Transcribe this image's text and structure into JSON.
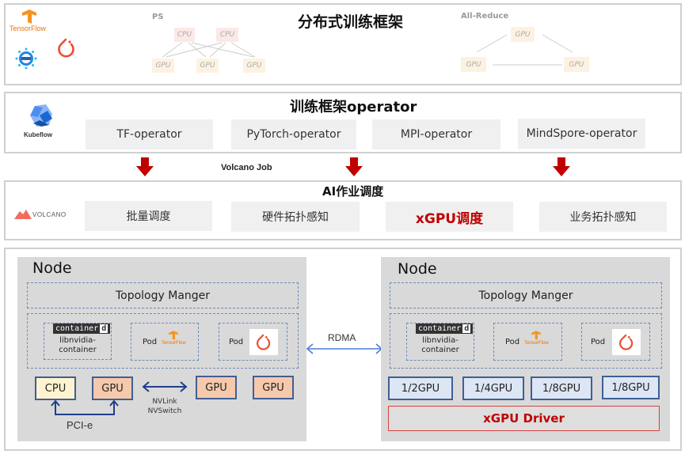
{
  "top_panel": {
    "title": "分布式训练框架",
    "logos": {
      "tensorflow": "TensorFlow",
      "pytorch": "pytorch-icon",
      "horovod": "horovod-icon"
    },
    "ps_diagram": {
      "label": "PS",
      "cpus": [
        "CPU",
        "CPU"
      ],
      "gpus": [
        "GPU",
        "GPU",
        "GPU"
      ]
    },
    "allreduce_diagram": {
      "label": "All-Reduce",
      "gpus": [
        "GPU",
        "GPU",
        "GPU"
      ]
    }
  },
  "operator_panel": {
    "title": "训练框架operator",
    "logo_label": "Kubeflow",
    "items": [
      "TF-operator",
      "PyTorch-operator",
      "MPI-operator",
      "MindSpore-operator"
    ]
  },
  "connector": {
    "label": "Volcano Job",
    "arrow_color": "#c00000"
  },
  "scheduling_panel": {
    "title": "AI作业调度",
    "logo_label": "VOLCANO",
    "items": [
      {
        "label": "批量调度",
        "highlight": false
      },
      {
        "label": "硬件拓扑感知",
        "highlight": false
      },
      {
        "label": "xGPU调度",
        "highlight": true
      },
      {
        "label": "业务拓扑感知",
        "highlight": false
      }
    ],
    "highlight_color": "#c00000"
  },
  "cluster": {
    "link_label": "RDMA",
    "left_node": {
      "title": "Node",
      "topology": "Topology Manger",
      "runtime": {
        "badge": "container",
        "badge_d": "d",
        "label_line1": "libnvidia-",
        "label_line2": "container"
      },
      "pods": [
        {
          "label": "Pod",
          "framework": "TensorFlow"
        },
        {
          "label": "Pod",
          "framework": "pytorch"
        }
      ],
      "chips": [
        "CPU",
        "GPU",
        "GPU",
        "GPU"
      ],
      "nvlink_label_1": "NVLink",
      "nvlink_label_2": "NVSwitch",
      "pcie_label": "PCI-e"
    },
    "right_node": {
      "title": "Node",
      "topology": "Topology Manger",
      "runtime": {
        "badge": "container",
        "badge_d": "d",
        "label_line1": "libnvidia-",
        "label_line2": "container"
      },
      "pods": [
        {
          "label": "Pod",
          "framework": "TensorFlow"
        },
        {
          "label": "Pod",
          "framework": "pytorch"
        }
      ],
      "fractions": [
        "1/2GPU",
        "1/4GPU",
        "1/8GPU",
        "1/8GPU"
      ],
      "driver": "xGPU Driver"
    }
  }
}
